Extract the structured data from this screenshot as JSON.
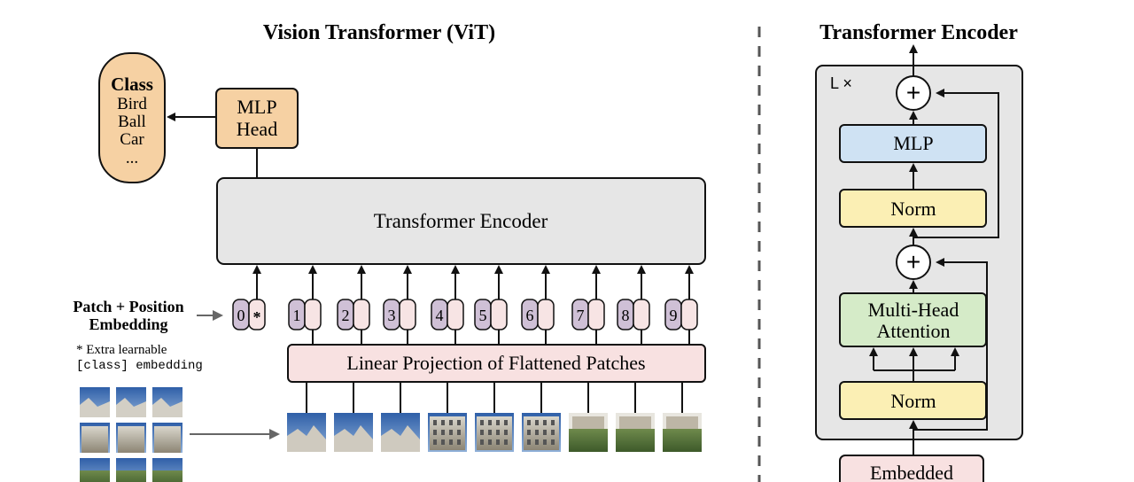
{
  "titles": {
    "vit": "Vision Transformer (ViT)",
    "encoder": "Transformer Encoder"
  },
  "class_box": {
    "heading": "Class",
    "items": [
      "Bird",
      "Ball",
      "Car",
      "..."
    ]
  },
  "mlp_head": {
    "line1": "MLP",
    "line2": "Head"
  },
  "transformer_encoder_label": "Transformer Encoder",
  "patch_embedding": {
    "line1": "Patch + Position",
    "line2": "Embedding",
    "note_line1": "* Extra learnable",
    "note_line2": "[class] embedding"
  },
  "tokens": [
    {
      "index": "0",
      "mark": "*"
    },
    {
      "index": "1",
      "mark": ""
    },
    {
      "index": "2",
      "mark": ""
    },
    {
      "index": "3",
      "mark": ""
    },
    {
      "index": "4",
      "mark": ""
    },
    {
      "index": "5",
      "mark": ""
    },
    {
      "index": "6",
      "mark": ""
    },
    {
      "index": "7",
      "mark": ""
    },
    {
      "index": "8",
      "mark": ""
    },
    {
      "index": "9",
      "mark": ""
    }
  ],
  "linear_projection_label": "Linear Projection of Flattened Patches",
  "encoder_block": {
    "repeat_label": "L ×",
    "mlp": "MLP",
    "norm_top": "Norm",
    "attention_line1": "Multi-Head",
    "attention_line2": "Attention",
    "norm_bottom": "Norm",
    "embedded": "Embedded",
    "add_symbol": "+"
  },
  "colors": {
    "class_fill": "#f6d1a3",
    "mlp_head_fill": "#f6d1a3",
    "encoder_fill": "#e6e6e6",
    "token_index_fill": "#cfc0d6",
    "token_embed_fill": "#f7e4e4",
    "projection_fill": "#f8e1e1",
    "block_bg": "#e6e6e6",
    "mlp_fill": "#cfe2f3",
    "norm_fill": "#fbefb4",
    "attention_fill": "#d5ebc8",
    "embedded_fill": "#f8e1e1"
  }
}
